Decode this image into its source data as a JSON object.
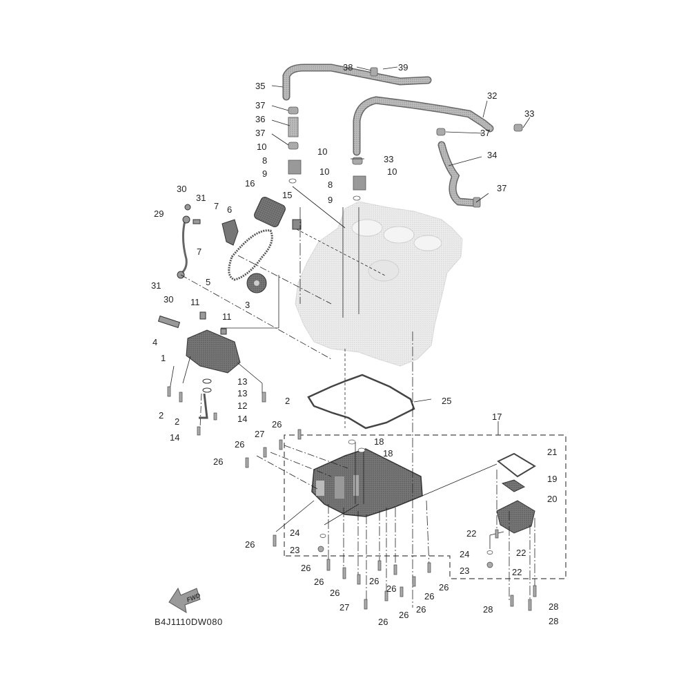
{
  "diagram": {
    "title_code": "B4J1110DW080",
    "fwd_arrow_label": "FWD",
    "assembly_group_label": "17",
    "callouts": [
      {
        "id": "c35",
        "text": "35"
      },
      {
        "id": "c38",
        "text": "38"
      },
      {
        "id": "c39",
        "text": "39"
      },
      {
        "id": "c32",
        "text": "32"
      },
      {
        "id": "c33a",
        "text": "33"
      },
      {
        "id": "c37a",
        "text": "37"
      },
      {
        "id": "c36",
        "text": "36"
      },
      {
        "id": "c37b",
        "text": "37"
      },
      {
        "id": "c37c",
        "text": "37"
      },
      {
        "id": "c34",
        "text": "34"
      },
      {
        "id": "c37d",
        "text": "37"
      },
      {
        "id": "c10a",
        "text": "10"
      },
      {
        "id": "c10b",
        "text": "10"
      },
      {
        "id": "c8a",
        "text": "8"
      },
      {
        "id": "c9a",
        "text": "9"
      },
      {
        "id": "c33b",
        "text": "33"
      },
      {
        "id": "c10c",
        "text": "10"
      },
      {
        "id": "c10d",
        "text": "10"
      },
      {
        "id": "c8b",
        "text": "8"
      },
      {
        "id": "c9b",
        "text": "9"
      },
      {
        "id": "c30a",
        "text": "30"
      },
      {
        "id": "c31a",
        "text": "31"
      },
      {
        "id": "c29",
        "text": "29"
      },
      {
        "id": "c7a",
        "text": "7"
      },
      {
        "id": "c6",
        "text": "6"
      },
      {
        "id": "c16",
        "text": "16"
      },
      {
        "id": "c15",
        "text": "15"
      },
      {
        "id": "c7b",
        "text": "7"
      },
      {
        "id": "c5",
        "text": "5"
      },
      {
        "id": "c31b",
        "text": "31"
      },
      {
        "id": "c30b",
        "text": "30"
      },
      {
        "id": "c3",
        "text": "3"
      },
      {
        "id": "c11a",
        "text": "11"
      },
      {
        "id": "c11b",
        "text": "11"
      },
      {
        "id": "c4",
        "text": "4"
      },
      {
        "id": "c1",
        "text": "1"
      },
      {
        "id": "c13a",
        "text": "13"
      },
      {
        "id": "c13b",
        "text": "13"
      },
      {
        "id": "c12",
        "text": "12"
      },
      {
        "id": "c2a",
        "text": "2"
      },
      {
        "id": "c2b",
        "text": "2"
      },
      {
        "id": "c2c",
        "text": "2"
      },
      {
        "id": "c14a",
        "text": "14"
      },
      {
        "id": "c14b",
        "text": "14"
      },
      {
        "id": "c25",
        "text": "25"
      },
      {
        "id": "c17",
        "text": "17"
      },
      {
        "id": "c26a",
        "text": "26"
      },
      {
        "id": "c27a",
        "text": "27"
      },
      {
        "id": "c18a",
        "text": "18"
      },
      {
        "id": "c18b",
        "text": "18"
      },
      {
        "id": "c26b",
        "text": "26"
      },
      {
        "id": "c26c",
        "text": "26"
      },
      {
        "id": "c21",
        "text": "21"
      },
      {
        "id": "c19",
        "text": "19"
      },
      {
        "id": "c20",
        "text": "20"
      },
      {
        "id": "c26d",
        "text": "26"
      },
      {
        "id": "c24a",
        "text": "24"
      },
      {
        "id": "c23a",
        "text": "23"
      },
      {
        "id": "c22a",
        "text": "22"
      },
      {
        "id": "c22b",
        "text": "22"
      },
      {
        "id": "c24b",
        "text": "24"
      },
      {
        "id": "c22c",
        "text": "22"
      },
      {
        "id": "c23b",
        "text": "23"
      },
      {
        "id": "c26e",
        "text": "26"
      },
      {
        "id": "c26f",
        "text": "26"
      },
      {
        "id": "c26g",
        "text": "26"
      },
      {
        "id": "c26h",
        "text": "26"
      },
      {
        "id": "c26i",
        "text": "26"
      },
      {
        "id": "c26j",
        "text": "26"
      },
      {
        "id": "c26k",
        "text": "26"
      },
      {
        "id": "c27b",
        "text": "27"
      },
      {
        "id": "c26l",
        "text": "26"
      },
      {
        "id": "c26m",
        "text": "26"
      },
      {
        "id": "c26n",
        "text": "26"
      },
      {
        "id": "c28a",
        "text": "28"
      },
      {
        "id": "c28b",
        "text": "28"
      },
      {
        "id": "c28c",
        "text": "28"
      }
    ],
    "parts": [
      "oil-pump-assembly",
      "bolt",
      "sprocket",
      "pipe",
      "chain",
      "chain-guide",
      "bolt-guide",
      "cover",
      "o-ring",
      "bolt",
      "bolt",
      "dowel",
      "o-ring",
      "bolt",
      "union-bolt",
      "oil-filter",
      "oil-pan-assembly",
      "o-ring",
      "strainer",
      "strainer-cover",
      "gasket",
      "bolt",
      "drain-bolt",
      "gasket",
      "gasket",
      "bolt",
      "bolt",
      "bolt",
      "oil-hose",
      "gasket",
      "union-bolt",
      "hose",
      "clamp",
      "hose",
      "hose",
      "pipe",
      "clamp",
      "bolt",
      "clamp"
    ]
  }
}
